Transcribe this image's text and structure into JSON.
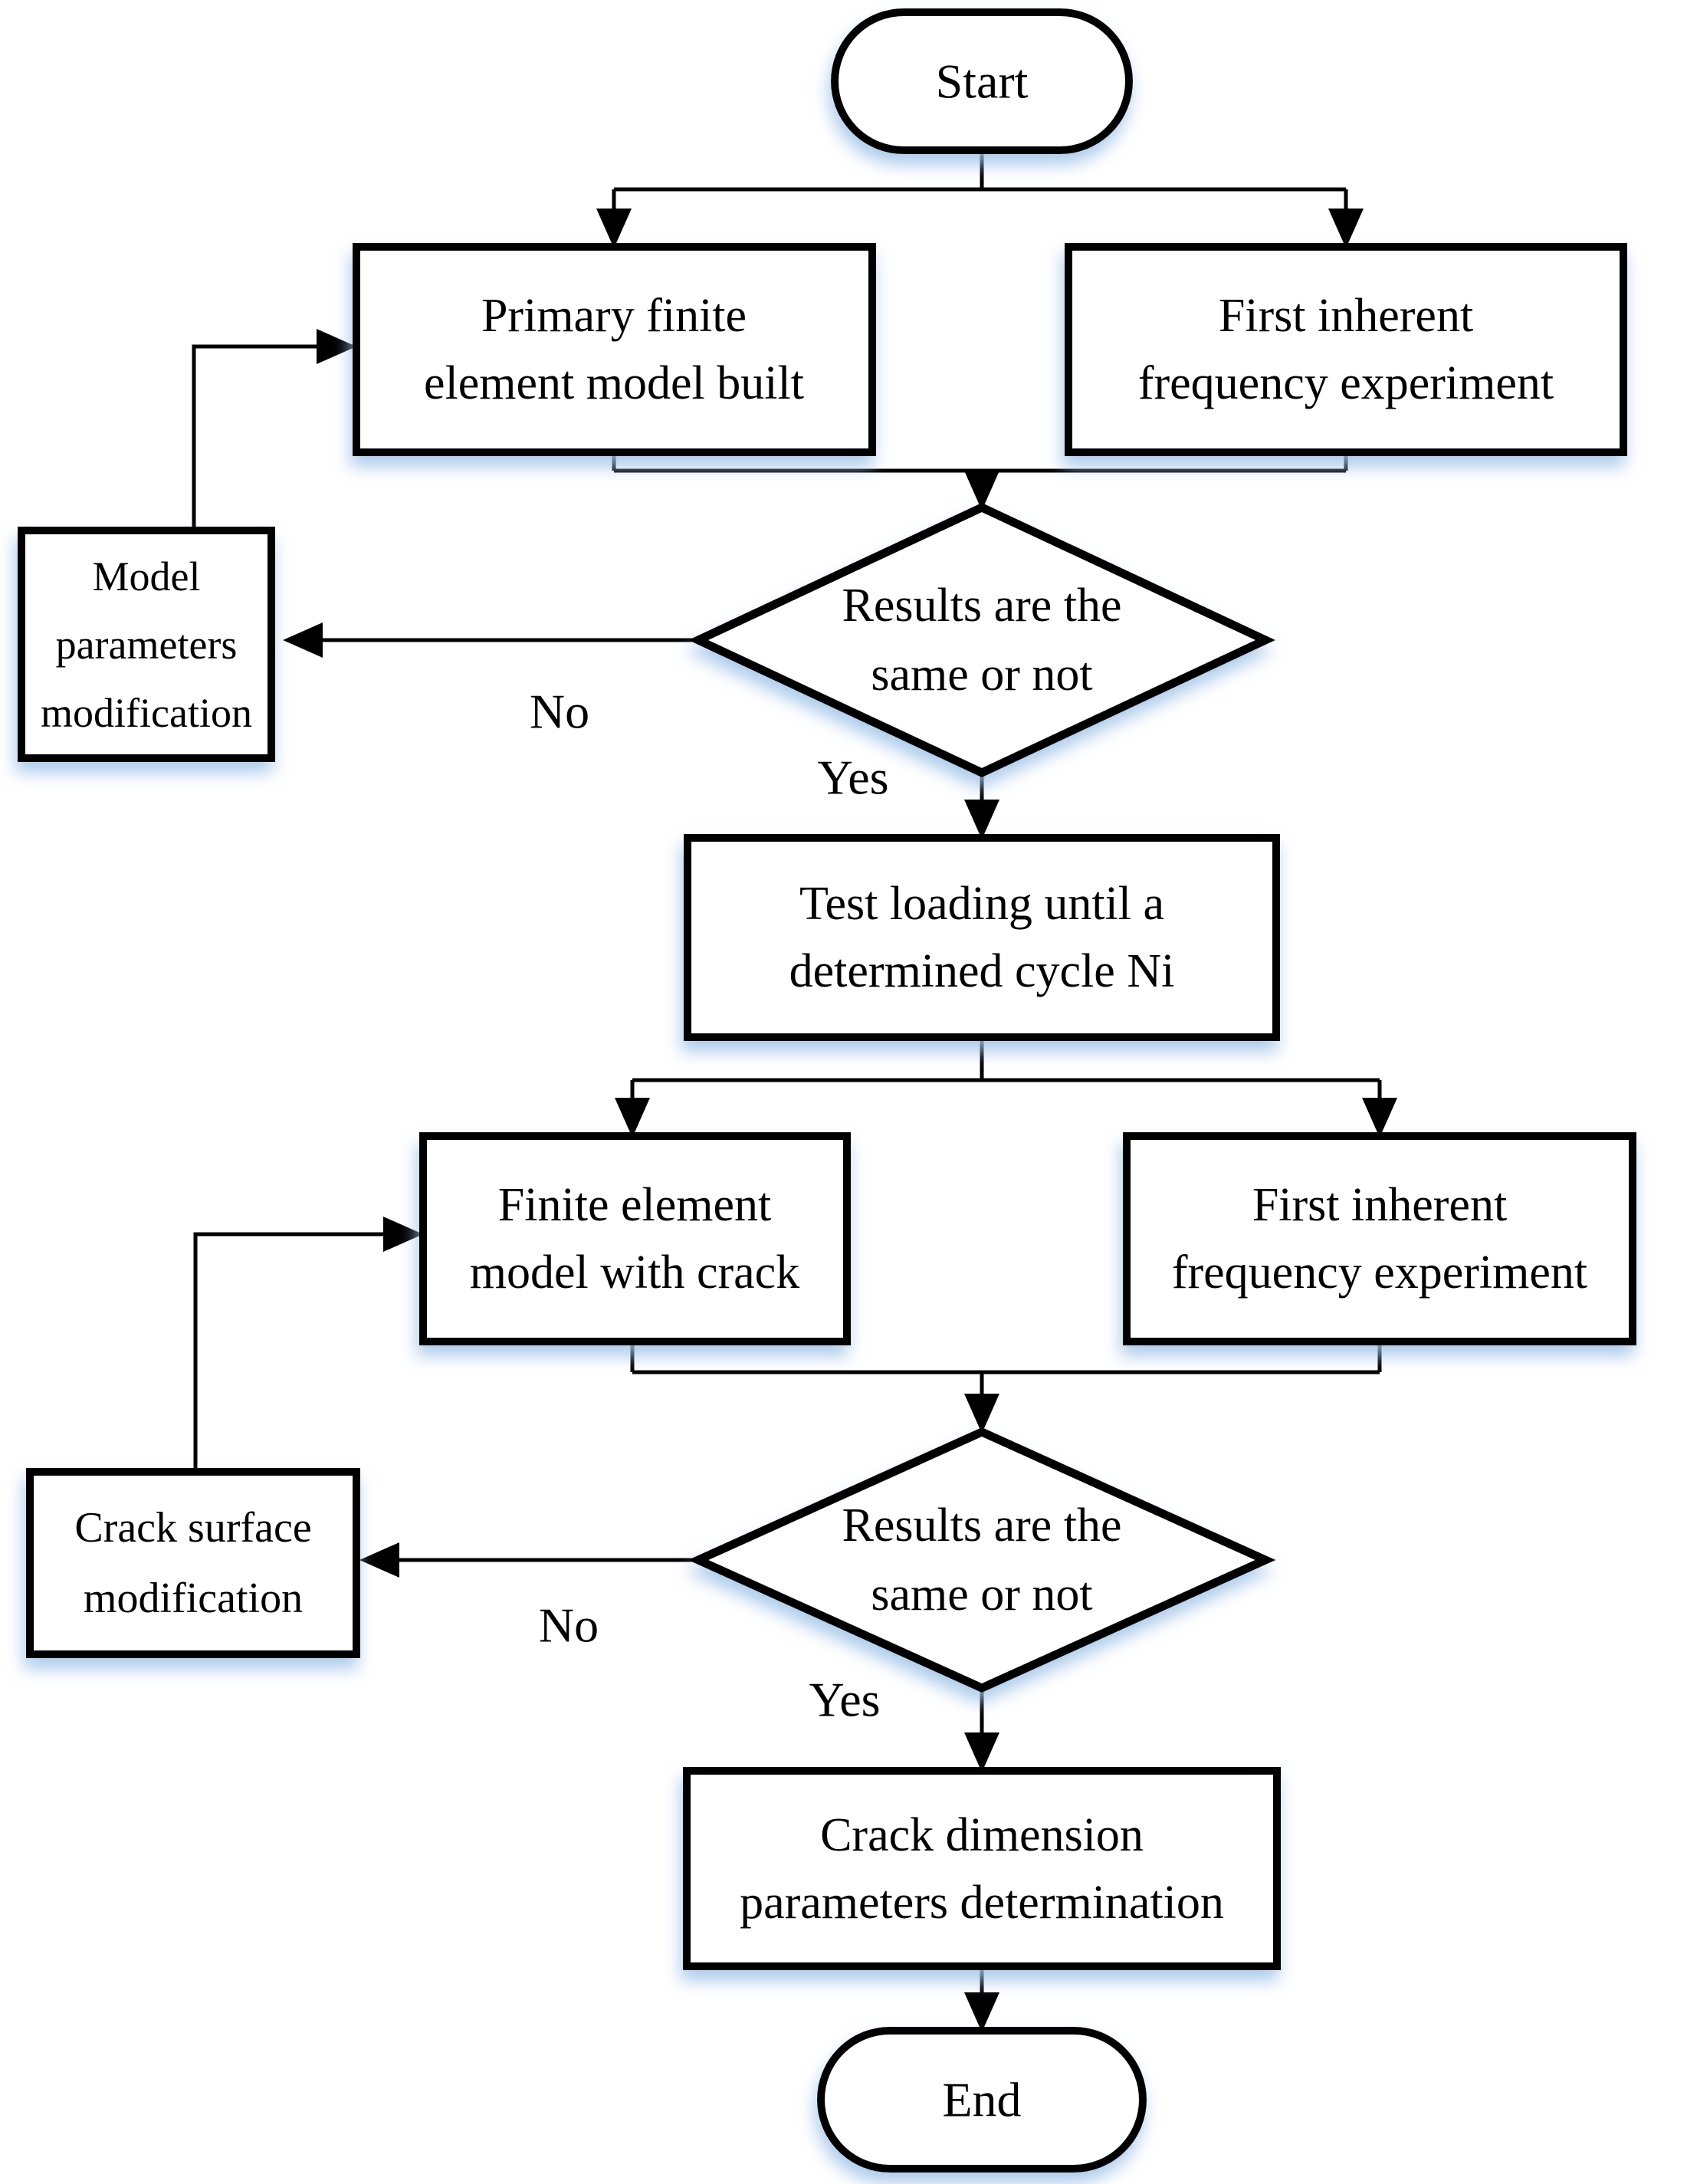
{
  "diagram_type": "flowchart",
  "colors": {
    "background": "#ffffff",
    "node_fill": "#ffffff",
    "node_stroke": "#000000",
    "text": "#000000",
    "shadow_glow": "#9fc3e8"
  },
  "nodes": {
    "start": {
      "shape": "terminator",
      "label": "Start"
    },
    "p1": {
      "shape": "process",
      "lines": [
        "Primary finite",
        "element model built"
      ]
    },
    "p2": {
      "shape": "process",
      "lines": [
        "First inherent",
        "frequency experiment"
      ]
    },
    "d1": {
      "shape": "decision",
      "lines": [
        "Results are the",
        "same or not"
      ]
    },
    "m1": {
      "shape": "process",
      "lines": [
        "Model",
        "parameters",
        "modification"
      ]
    },
    "t1": {
      "shape": "process",
      "lines": [
        "Test loading until a",
        "determined cycle Ni"
      ]
    },
    "p3": {
      "shape": "process",
      "lines": [
        "Finite element",
        "model with crack"
      ]
    },
    "p4": {
      "shape": "process",
      "lines": [
        "First inherent",
        "frequency experiment"
      ]
    },
    "d2": {
      "shape": "decision",
      "lines": [
        "Results are the",
        "same or not"
      ]
    },
    "m2": {
      "shape": "process",
      "lines": [
        "Crack surface",
        "modification"
      ]
    },
    "c1": {
      "shape": "process",
      "lines": [
        "Crack dimension",
        "parameters determination"
      ]
    },
    "end": {
      "shape": "terminator",
      "label": "End"
    }
  },
  "edge_labels": {
    "d1_no": "No",
    "d1_yes": "Yes",
    "d2_no": "No",
    "d2_yes": "Yes"
  },
  "edges": [
    {
      "from": "Start",
      "to": "Primary finite element model built"
    },
    {
      "from": "Start",
      "to": "First inherent frequency experiment"
    },
    {
      "from": "Primary finite element model built",
      "to": "Results are the same or not (1)"
    },
    {
      "from": "First inherent frequency experiment",
      "to": "Results are the same or not (1)"
    },
    {
      "from": "Results are the same or not (1)",
      "to": "Model parameters modification",
      "label": "No"
    },
    {
      "from": "Model parameters modification",
      "to": "Primary finite element model built"
    },
    {
      "from": "Results are the same or not (1)",
      "to": "Test loading until a determined cycle Ni",
      "label": "Yes"
    },
    {
      "from": "Test loading until a determined cycle Ni",
      "to": "Finite element model with crack"
    },
    {
      "from": "Test loading until a determined cycle Ni",
      "to": "First inherent frequency experiment (2)"
    },
    {
      "from": "Finite element model with crack",
      "to": "Results are the same or not (2)"
    },
    {
      "from": "First inherent frequency experiment (2)",
      "to": "Results are the same or not (2)"
    },
    {
      "from": "Results are the same or not (2)",
      "to": "Crack surface modification",
      "label": "No"
    },
    {
      "from": "Crack surface modification",
      "to": "Finite element model with crack"
    },
    {
      "from": "Results are the same or not (2)",
      "to": "Crack dimension parameters determination",
      "label": "Yes"
    },
    {
      "from": "Crack dimension parameters determination",
      "to": "End"
    }
  ]
}
